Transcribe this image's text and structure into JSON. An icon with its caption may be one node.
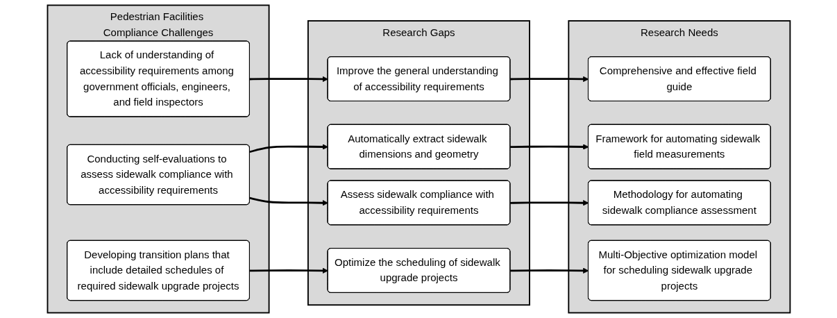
{
  "diagram": {
    "nodes": [
      {
        "text": [
          "Pedestrian Facilities Compliance Challenges"
        ]
      },
      {
        "text": [
          "Lack of understanding of accessibility requirements among government officials, engineers, and field inspectors"
        ],
        "in": 0
      },
      {
        "text": [
          "Conducting self-evaluations to assess sidewalk compliance with accessibility requirements"
        ],
        "in": 0
      },
      {
        "text": [
          "Developing transition plans that include detailed schedules of required sidewalk upgrade projects"
        ],
        "in": 0
      },
      {
        "text": [
          "Research Gaps"
        ]
      },
      {
        "text": [
          "Improve the general understanding of accessibility requirements"
        ],
        "in": 4
      },
      {
        "text": [
          "Automatically extract sidewalk dimensions and geometry"
        ],
        "in": 4
      },
      {
        "text": [
          "Assess sidewalk compliance with accessibility requirements"
        ],
        "in": 4
      },
      {
        "text": [
          "Optimize the scheduling of sidewalk upgrade projects"
        ],
        "in": 4
      },
      {
        "text": [
          "Research Needs"
        ]
      },
      {
        "text": [
          "Comprehensive and effective field guide"
        ],
        "in": 9
      },
      {
        "text": [
          "Framework for automating sidewalk field measurements"
        ],
        "in": 9
      },
      {
        "text": [
          "Methodology for automating sidewalk compliance assessment"
        ],
        "in": 9
      },
      {
        "text": [
          "Multi-Objective optimization model for scheduling sidewalk upgrade projects"
        ],
        "in": 9
      }
    ],
    "edges": [
      {
        "from": 1,
        "to": 5,
        "arrow": "to"
      },
      {
        "from": 2,
        "to": 6,
        "arrow": "to"
      },
      {
        "from": 2,
        "to": 7,
        "arrow": "to"
      },
      {
        "from": 3,
        "to": 8,
        "arrow": "to"
      },
      {
        "from": 5,
        "to": 10,
        "arrow": "to"
      },
      {
        "from": 6,
        "to": 11,
        "arrow": "to"
      },
      {
        "from": 7,
        "to": 12,
        "arrow": "to"
      },
      {
        "from": 8,
        "to": 13,
        "arrow": "to"
      }
    ]
  }
}
